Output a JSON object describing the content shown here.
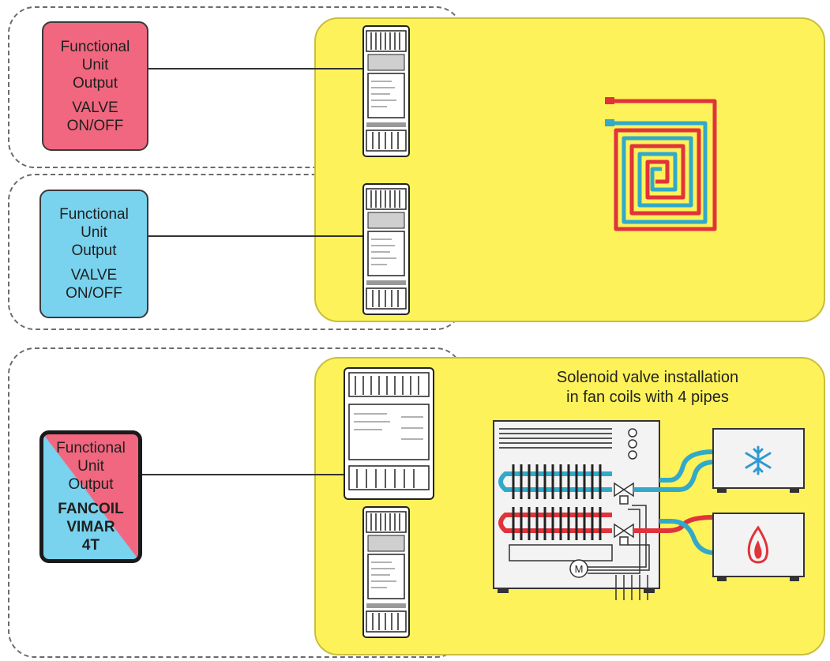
{
  "units": [
    {
      "line1": "Functional",
      "line2": "Unit",
      "line3": "Output",
      "sub1": "VALVE",
      "sub2": "ON/OFF"
    },
    {
      "line1": "Functional",
      "line2": "Unit",
      "line3": "Output",
      "sub1": "VALVE",
      "sub2": "ON/OFF"
    },
    {
      "line1": "Functional",
      "line2": "Unit",
      "line3": "Output",
      "sub1": "FANCOIL",
      "sub2": "VIMAR",
      "sub3": "4T"
    }
  ],
  "fancoil": {
    "caption_line1": "Solenoid valve installation",
    "caption_line2": "in fan coils with 4 pipes",
    "motor_label": "M"
  },
  "colors": {
    "heating": "#e0333a",
    "cooling": "#32a9c9",
    "panel": "#fdf25a",
    "unit_heating": "#f0677f",
    "unit_cooling": "#79d3ef"
  }
}
